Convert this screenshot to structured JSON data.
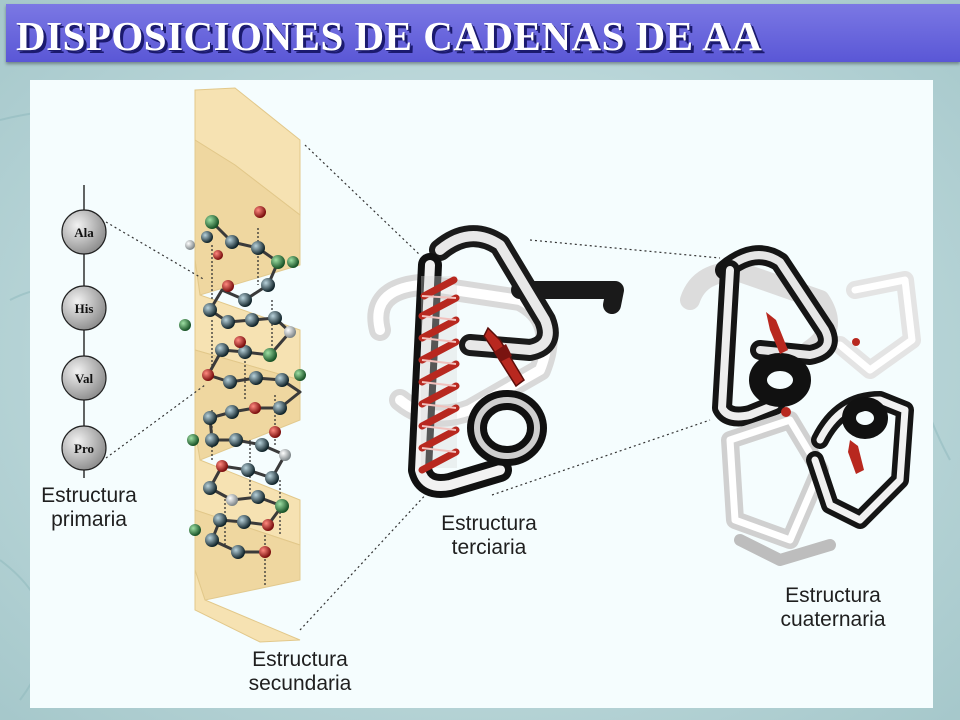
{
  "title": "DISPOSICIONES DE CADENAS DE AA",
  "residues": [
    {
      "label": "Ala"
    },
    {
      "label": "His"
    },
    {
      "label": "Val"
    },
    {
      "label": "Pro"
    }
  ],
  "labels": {
    "primary": {
      "line1": "Estructura",
      "line2": "primaria"
    },
    "secondary": {
      "line1": "Estructura",
      "line2": "secundaria"
    },
    "tertiary": {
      "line1": "Estructura",
      "line2": "terciaria"
    },
    "quaternary": {
      "line1": "Estructura",
      "line2": "cuaternaria"
    }
  },
  "colors": {
    "title_bar": "#5f5cdb",
    "ribbon": "#f6e2b2",
    "helix": "#c0302a",
    "atom_carbon": "#1f2f36",
    "atom_oxygen": "#c62422",
    "atom_nitrogen": "#2e7d3a"
  }
}
